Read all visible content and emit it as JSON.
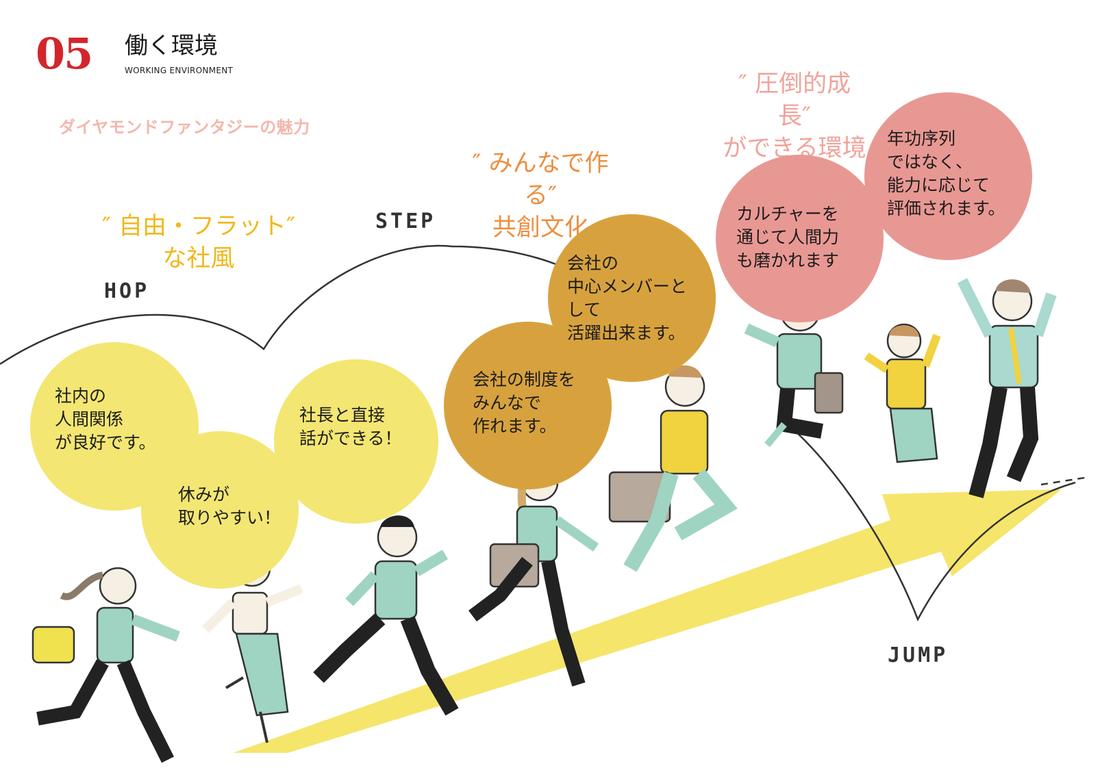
{
  "header": {
    "number": "05",
    "title_jp": "働く環境",
    "title_en": "WORKING ENVIRONMENT",
    "subtitle": "ダイヤモンドファンタジーの魅力"
  },
  "stages": {
    "hop": "HOP",
    "step": "STEP",
    "jump": "JUMP"
  },
  "taglines": {
    "hop": [
      "″ 自由・フラット″",
      "な社風"
    ],
    "step": [
      "″ みんなで作",
      "る″",
      "共創文化"
    ],
    "jump": [
      "″ 圧倒的成",
      "長″",
      "ができる環境"
    ]
  },
  "bubbles": {
    "relations": [
      "社内の",
      "人間関係",
      "が良好です。"
    ],
    "holidays": [
      "休みが",
      "取りやすい！"
    ],
    "president": [
      "社長と直接",
      "話ができる！"
    ],
    "system": [
      "会社の制度を",
      "みんなで",
      "作れます。"
    ],
    "core": [
      "会社の",
      "中心メンバーと",
      "して",
      "活躍出来ます。"
    ],
    "culture": [
      "カルチャーを",
      "通じて人間力",
      "も磨かれます"
    ],
    "merit": [
      "年功序列",
      "ではなく、",
      "能力に応じて",
      "評価されます。"
    ]
  },
  "colors": {
    "accent_red": "#d3262b",
    "hop_yellow": "#f3e673",
    "step_gold": "#d7a23e",
    "jump_pink": "#e89893",
    "arrow_yellow": "#f5e56b"
  }
}
